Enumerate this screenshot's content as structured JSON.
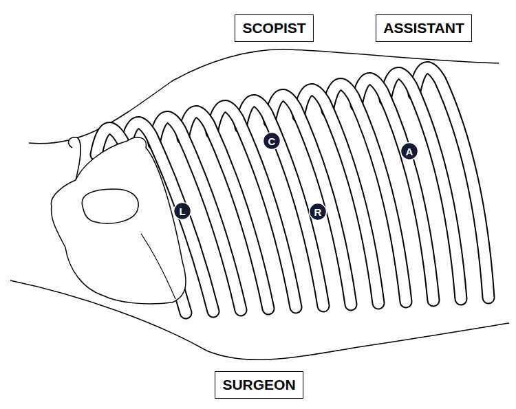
{
  "diagram": {
    "nodes": [
      {
        "text": [
          "SCOPIST"
        ]
      },
      {
        "text": [
          "ASSISTANT"
        ]
      },
      {
        "text": [
          "C"
        ]
      },
      {
        "text": [
          "A"
        ]
      },
      {
        "text": [
          "L"
        ]
      },
      {
        "text": [
          "R"
        ]
      },
      {
        "text": [
          "SURGEON"
        ]
      }
    ]
  }
}
